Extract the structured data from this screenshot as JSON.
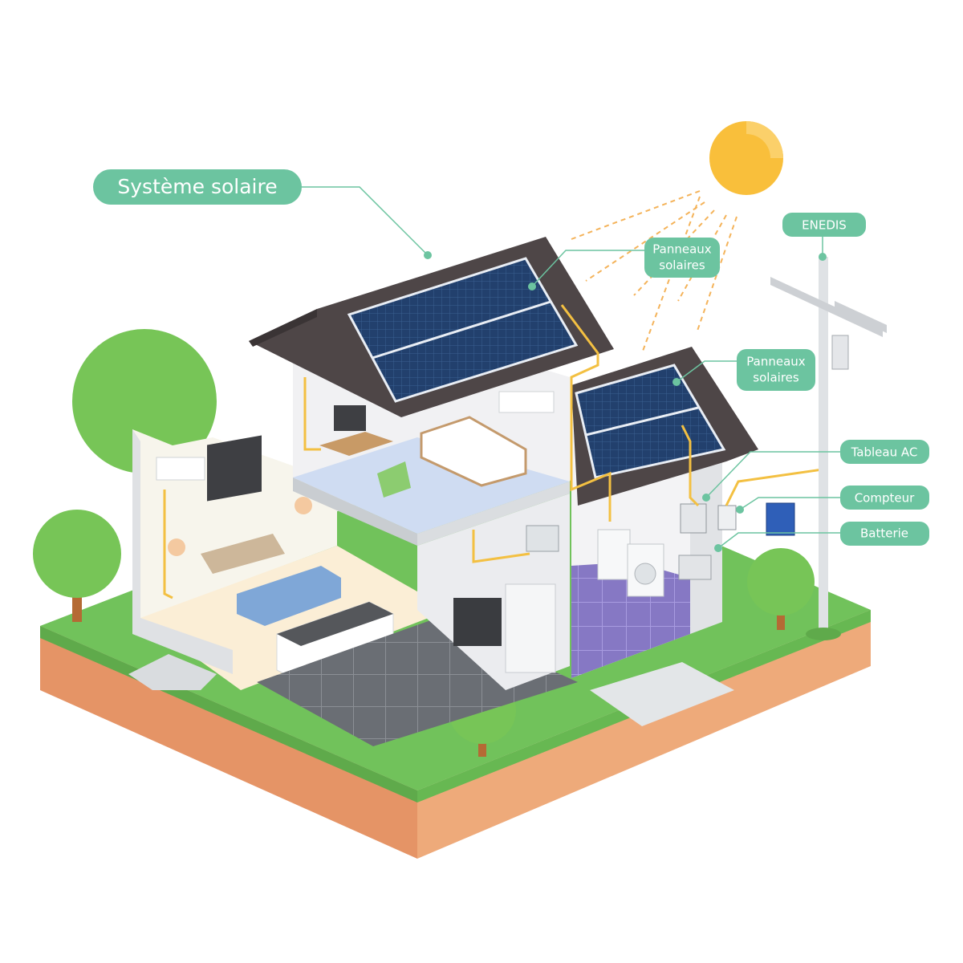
{
  "labels": {
    "title": "Système solaire",
    "panels_top_line1": "Panneaux",
    "panels_top_line2": "solaires",
    "panels_mid_line1": "Panneaux",
    "panels_mid_line2": "solaires",
    "grid": "ENEDIS",
    "ac_panel": "Tableau AC",
    "meter": "Compteur",
    "battery": "Batterie"
  },
  "colors": {
    "label_fill": "#6cc4a0",
    "leader_line": "#6cc4a0",
    "sun": "#f9bf3b",
    "sun_rays": "#f4b35a",
    "wire": "#f3c042",
    "grass": "#6fc15a",
    "soil": "#e89a6c",
    "roof": "#4e4647",
    "solar_panel": "#1e3a64",
    "wall": "#f2f2f4",
    "tree": "#76c356"
  }
}
